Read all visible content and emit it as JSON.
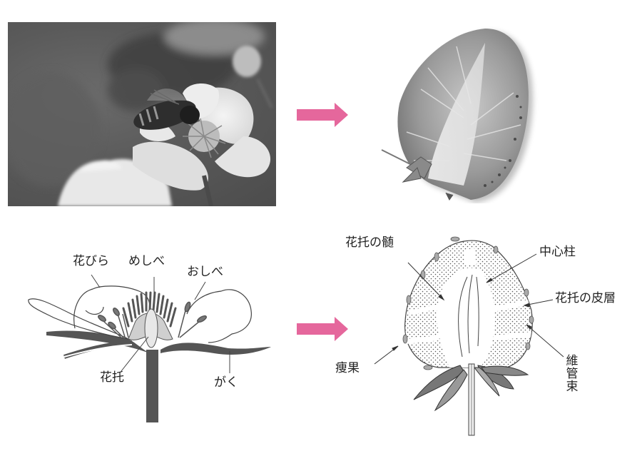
{
  "figure": {
    "top_left_photo": {
      "description": "Black-and-white photo of a honeybee on a strawberry flower",
      "subject": "bee-on-strawberry-flower"
    },
    "top_right_photo": {
      "description": "Black-and-white photo of a halved strawberry fruit",
      "subject": "strawberry-cross-section"
    },
    "arrows": {
      "color": "#e5679c",
      "top": "arrow-right",
      "bottom": "arrow-right"
    },
    "flower_diagram": {
      "labels": {
        "petal": "花びら",
        "pistil": "めしべ",
        "stamen": "おしべ",
        "receptacle": "花托",
        "sepal": "がく"
      }
    },
    "fruit_diagram": {
      "labels": {
        "receptacle_pith": "花托の髄",
        "central_column": "中心柱",
        "receptacle_cortex": "花托の皮層",
        "achene": "痩果",
        "vascular_bundle": "維管束"
      }
    }
  }
}
